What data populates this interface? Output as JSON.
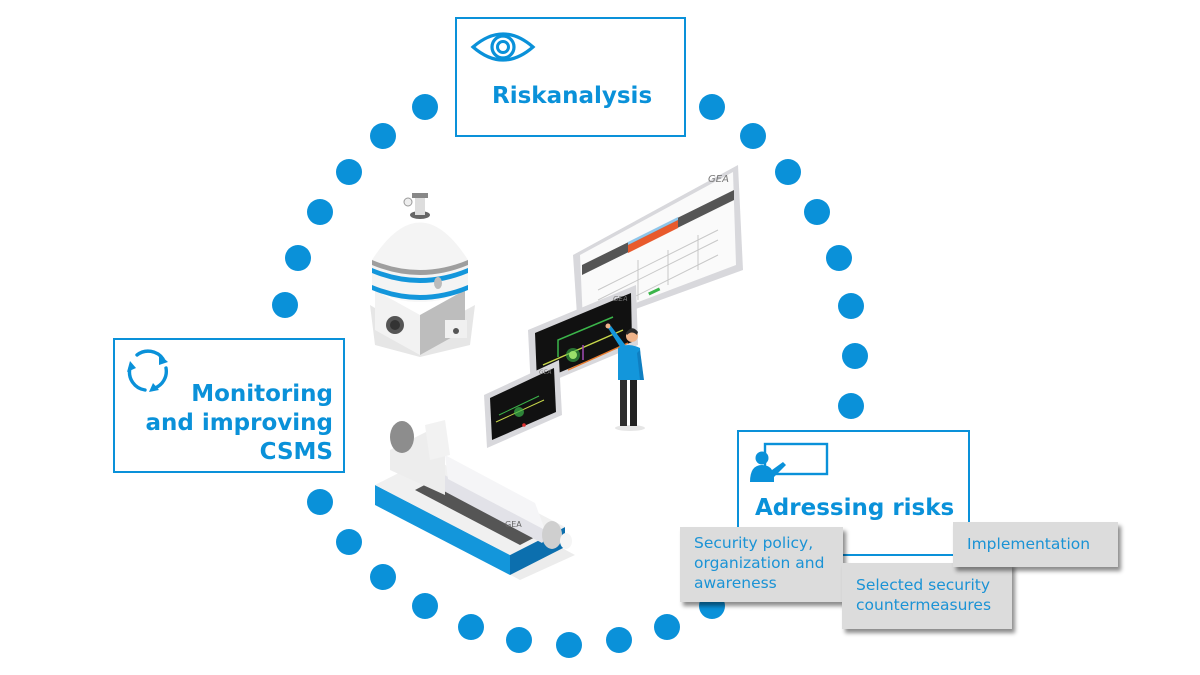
{
  "diagram": {
    "accent_color": "#0a91d9",
    "card_color": "#dcdcdc",
    "stages": {
      "risk_analysis": {
        "title": "Riskanalysis",
        "icon": "eye-icon"
      },
      "monitoring": {
        "title_lines": [
          "Monitoring",
          "and improving",
          "CSMS"
        ],
        "icon": "cycle-arrows-icon"
      },
      "addressing": {
        "title": "Adressing risks",
        "icon": "presenter-board-icon"
      }
    },
    "measures": [
      {
        "lines": [
          "Security policy,",
          "organization and",
          "awareness"
        ]
      },
      {
        "lines": [
          "Implementation"
        ]
      },
      {
        "lines": [
          "Selected security",
          "countermeasures"
        ]
      }
    ],
    "illustration": {
      "brand_label": "GEA",
      "elements": [
        "separator-machine",
        "decanter-centrifuge",
        "hmi-screens",
        "operator-person"
      ]
    }
  }
}
